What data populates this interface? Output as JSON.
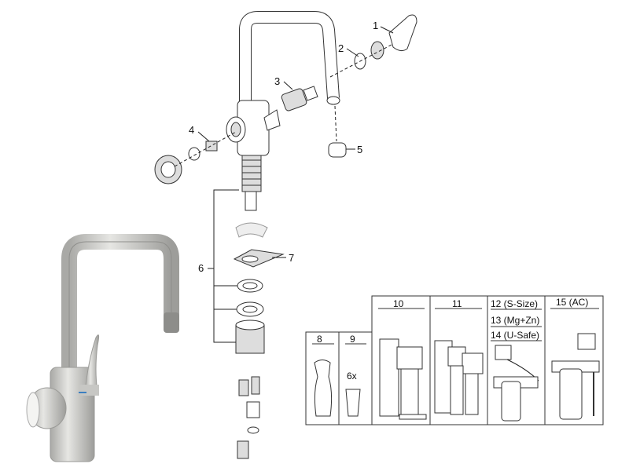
{
  "parts": {
    "p1": "1",
    "p2": "2",
    "p3": "3",
    "p4": "4",
    "p5": "5",
    "p6": "6",
    "p7": "7"
  },
  "accessories": {
    "c8": "8",
    "c9": "9",
    "c9_qty": "6x",
    "c10": "10",
    "c11": "11",
    "c12": "12 (S-Size)",
    "c13": "13 (Mg+Zn)",
    "c14": "14 (U-Safe)",
    "c15": "15 (AC)"
  }
}
